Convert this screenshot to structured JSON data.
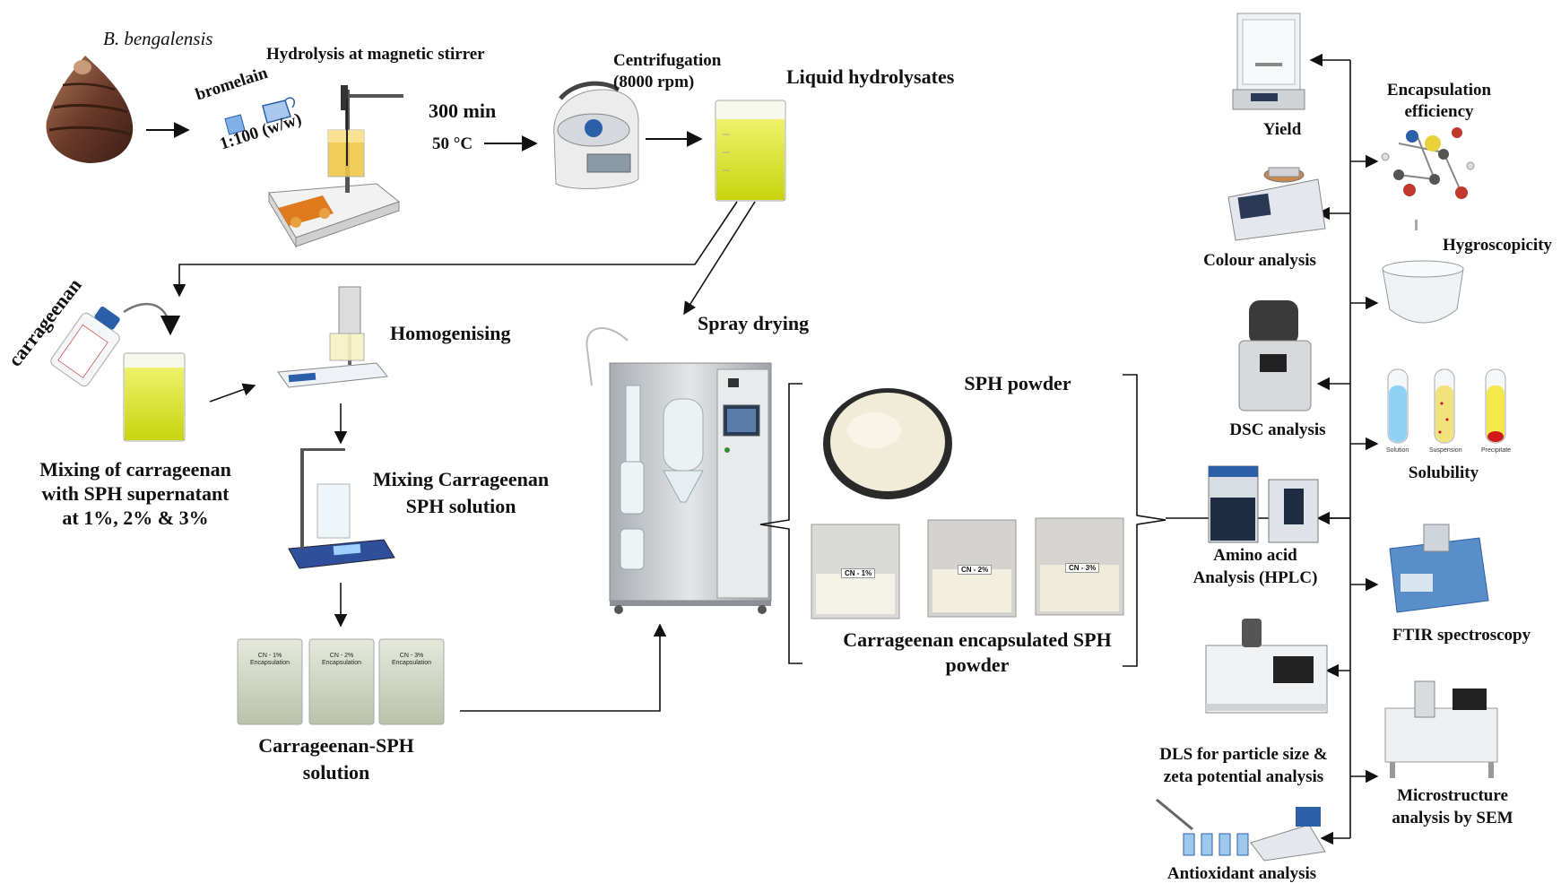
{
  "source_label": "B. bengalensis",
  "enzyme": {
    "name": "bromelain",
    "ratio": "1:100 (w/w)"
  },
  "hydrolysis": {
    "title": "Hydrolysis at magnetic stirrer",
    "time": "300 min",
    "temperature": "50 °C"
  },
  "centrifugation": {
    "line1": "Centrifugation",
    "line2": "(8000 rpm)"
  },
  "liquid_hydrolysates": "Liquid  hydrolysates",
  "carrageenan_bottle_label": "carrageenan",
  "mixing": {
    "line1": "Mixing  of carrageenan",
    "line2": "with  SPH supernatant",
    "line3": "at 1%, 2% & 3%"
  },
  "homogenising": "Homogenising",
  "mixing_solution": {
    "line1": "Mixing Carrageenan",
    "line2": "SPH solution"
  },
  "beakers": [
    {
      "line1": "CN - 1%",
      "line2": "Encapsulation"
    },
    {
      "line1": "CN - 2%",
      "line2": "Encapsulation"
    },
    {
      "line1": "CN - 3%",
      "line2": "Encapsulation"
    }
  ],
  "carrageenan_sph_solution": {
    "line1": "Carrageenan-SPH",
    "line2": "solution"
  },
  "spray_drying": "Spray drying",
  "sph_powder": "SPH powder",
  "bags": [
    "CN - 1%",
    "CN - 2%",
    "CN - 3%"
  ],
  "encapsulated_powder": {
    "line1": "Carrageenan encapsulated SPH",
    "line2": "powder"
  },
  "analyses_left": {
    "yield": "Yield",
    "colour": "Colour analysis",
    "dsc": "DSC analysis",
    "amino_line1": "Amino  acid",
    "amino_line2": "Analysis (HPLC)",
    "dls_line1": "DLS for particle size &",
    "dls_line2": "zeta potential analysis",
    "antioxidant": "Antioxidant analysis"
  },
  "analyses_right": {
    "encap_line1": "Encapsulation",
    "encap_line2": "efficiency",
    "hygroscopicity": "Hygroscopicity",
    "solubility": "Solubility",
    "tube_labels": [
      "Solution",
      "Suspension",
      "Precipitate"
    ],
    "ftir": "FTIR spectroscopy",
    "sem_line1": "Microstructure",
    "sem_line2": "analysis by SEM"
  },
  "colors": {
    "hydrolysate_yellow": "#d9e21c",
    "shell_brown": "#6b3a2a",
    "steel": "#c9ccd0",
    "instrument_blue": "#2b5fa8"
  }
}
